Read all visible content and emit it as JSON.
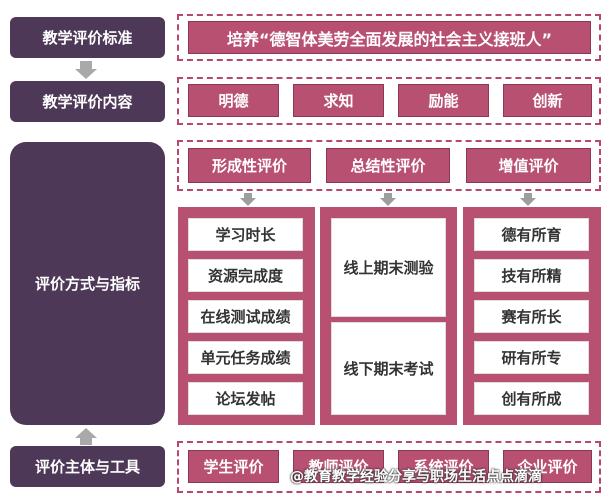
{
  "rows": {
    "standard": {
      "label": "教学评价标准",
      "slogan": "培养“德智体美劳全面发展的社会主义接班人”"
    },
    "content": {
      "label": "教学评价内容",
      "items": [
        "明德",
        "求知",
        "励能",
        "创新"
      ]
    },
    "methods": {
      "label": "评价方式与指标",
      "headers": [
        "形成性评价",
        "总结性评价",
        "增值评价"
      ],
      "formative_items": [
        "学习时长",
        "资源完成度",
        "在线测试成绩",
        "单元任务成绩",
        "论坛发帖"
      ],
      "summative_items": [
        "线上期末测验",
        "线下期末考试"
      ],
      "value_added_items": [
        "德有所育",
        "技有所精",
        "赛有所长",
        "研有所专",
        "创有所成"
      ]
    },
    "subjects": {
      "label": "评价主体与工具",
      "items": [
        "学生评价",
        "教师评价",
        "系统评价",
        "企业评价"
      ]
    }
  },
  "watermark": "@教育教学经验分享与职场生活点点滴滴",
  "colors": {
    "label_bg": "#4e3858",
    "accent": "#b85072",
    "dashed_border": "#b5486c",
    "arrow": "#a9a9a9"
  },
  "icons": [
    "arrow-down-icon",
    "arrow-up-icon",
    "small-arrow-down-icon"
  ]
}
